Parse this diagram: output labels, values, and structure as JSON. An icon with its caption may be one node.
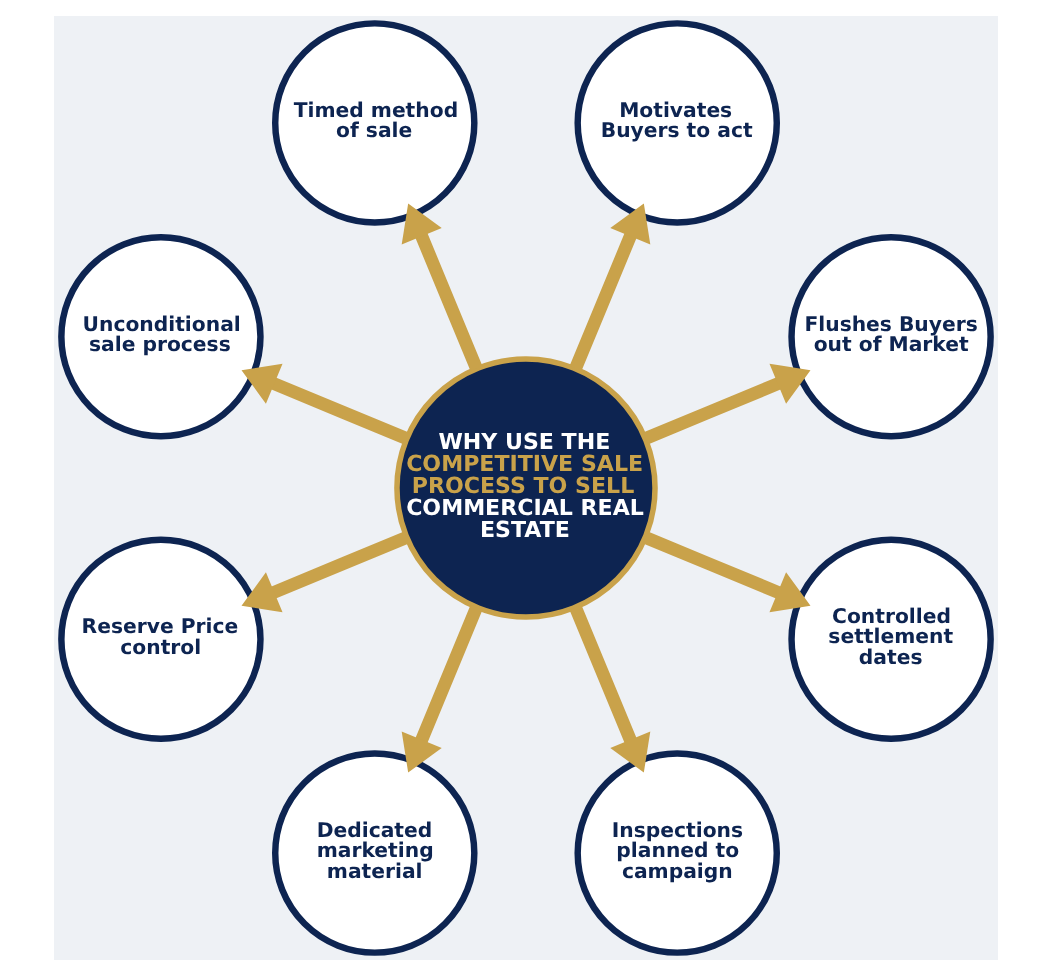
{
  "diagram": {
    "nodes": [
      {
        "text": [
          "WHY USE THE",
          "COMPETITIVE SALE PROCESS TO SELL",
          "COMMERCIAL REAL ESTATE"
        ]
      },
      {
        "text": [
          "Flushes Buyers out of Market"
        ]
      },
      {
        "text": [
          "Motivates Buyers to act"
        ]
      },
      {
        "text": [
          "Timed method of sale"
        ]
      },
      {
        "text": [
          "Unconditional sale process"
        ]
      },
      {
        "text": [
          "Reserve Price control"
        ]
      },
      {
        "text": [
          "Dedicated marketing material"
        ]
      },
      {
        "text": [
          "Inspections planned to campaign"
        ]
      },
      {
        "text": [
          "Controlled settlement dates"
        ]
      }
    ],
    "edges": [
      {
        "from": 0,
        "to": 2,
        "arrow": "to"
      },
      {
        "from": 0,
        "to": 1,
        "arrow": "to"
      },
      {
        "from": 0,
        "to": 8,
        "arrow": "to"
      },
      {
        "from": 0,
        "to": 7,
        "arrow": "to"
      },
      {
        "from": 0,
        "to": 6,
        "arrow": "to"
      },
      {
        "from": 0,
        "to": 5,
        "arrow": "to"
      },
      {
        "from": 0,
        "to": 4,
        "arrow": "to"
      },
      {
        "from": 0,
        "to": 3,
        "arrow": "to"
      }
    ]
  }
}
